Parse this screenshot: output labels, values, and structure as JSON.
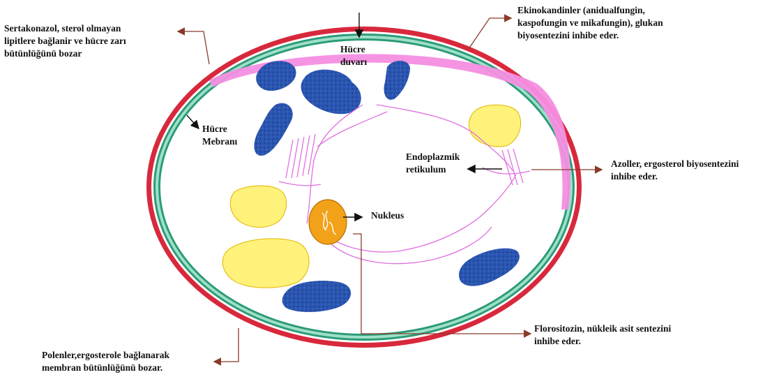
{
  "labels": {
    "sertakonazol": "Sertakonazol, sterol olmayan\nlipitlere bağlanir ve hücre zarı\nbütünlüğünü bozar",
    "ekinokandin": "Ekinokandinler (anidualfungin,\nkaspofungin ve mikafungin), glukan\nbiyosentezini inhibe eder.",
    "hucre_duvari": "Hücre\nduvarı",
    "hucre_membrani": "Hücre\nMebranı",
    "endoplazmik": "Endoplazmik\nretikulum",
    "azoller": "Azoller, ergosterol biyosentezini\ninhibe eder.",
    "nukleus": "Nukleus",
    "florositozin": "Florositozin, nükleik asit sentezini\ninhibe eder.",
    "polenler": "Polenler,ergosterole bağlanarak\nmembran bütünlüğünü bozar."
  },
  "colors": {
    "cell_wall_outer": "#d8283c",
    "cell_wall_inner": "#9fe0c8",
    "membrane_band": "#f48ee0",
    "vacuole_blue": "#2a55b0",
    "lipid_yellow": "#fff27a",
    "er_pink": "#e070e0",
    "nucleus_orange": "#f2a219",
    "leader_brown": "#8b3a2a"
  }
}
